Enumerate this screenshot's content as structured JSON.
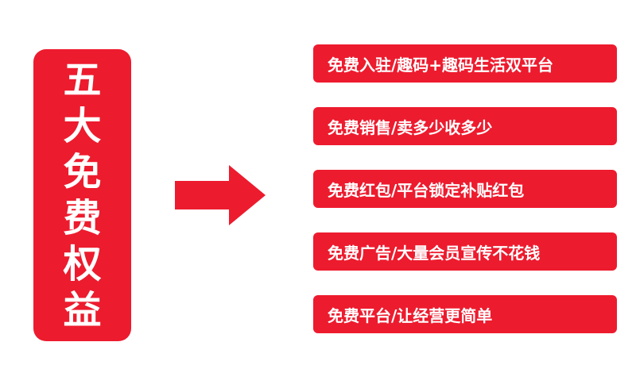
{
  "colors": {
    "accent": "#ed1b2e",
    "text_on_accent": "#ffffff",
    "background": "#ffffff"
  },
  "title": {
    "chars": [
      "五",
      "大",
      "免",
      "费",
      "权",
      "益"
    ]
  },
  "arrow_icon": "right-arrow-icon",
  "benefits": [
    {
      "label": "免费入驻/趣码+趣码生活双平台"
    },
    {
      "label": "免费销售/卖多少收多少"
    },
    {
      "label": "免费红包/平台锁定补贴红包"
    },
    {
      "label": "免费广告/大量会员宣传不花钱"
    },
    {
      "label": "免费平台/让经营更简单"
    }
  ]
}
